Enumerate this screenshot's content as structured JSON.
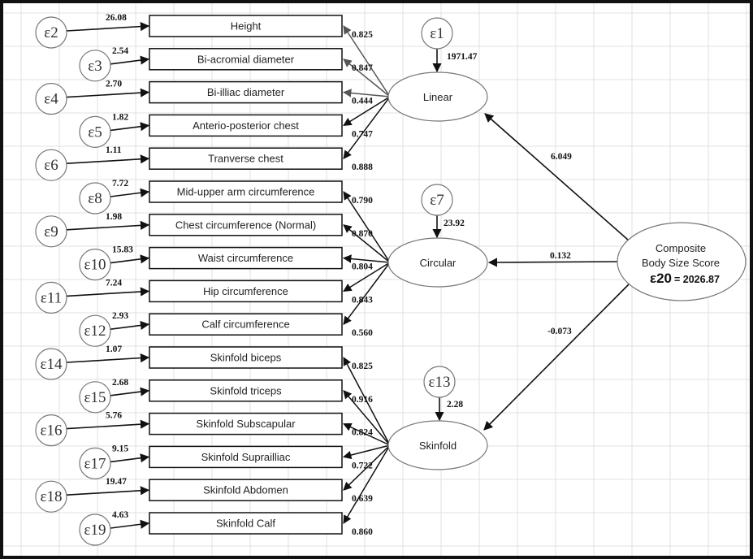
{
  "latents": {
    "linear": "Linear",
    "circular": "Circular",
    "skinfold": "Skinfold"
  },
  "composite": {
    "title": "Composite",
    "subtitle": "Body Size Score",
    "error_label": "ε20",
    "error_value": "= 2026.87"
  },
  "latent_errors": [
    {
      "label": "ε1",
      "value": "1971.47"
    },
    {
      "label": "ε7",
      "value": "23.92"
    },
    {
      "label": "ε13",
      "value": "2.28"
    }
  ],
  "composite_paths": [
    {
      "target": "Linear",
      "value": "6.049"
    },
    {
      "target": "Circular",
      "value": "0.132"
    },
    {
      "target": "Skinfold",
      "value": "-0.073"
    }
  ],
  "indicators": [
    {
      "name": "Height",
      "error": "ε2",
      "variance": "26.08",
      "loading": "0.825",
      "factor": "Linear"
    },
    {
      "name": "Bi-acromial diameter",
      "error": "ε3",
      "variance": "2.54",
      "loading": "0.847",
      "factor": "Linear"
    },
    {
      "name": "Bi-illiac diameter",
      "error": "ε4",
      "variance": "2.70",
      "loading": "0.444",
      "factor": "Linear"
    },
    {
      "name": "Anterio-posterior chest",
      "error": "ε5",
      "variance": "1.82",
      "loading": "0.747",
      "factor": "Linear"
    },
    {
      "name": "Tranverse chest",
      "error": "ε6",
      "variance": "1.11",
      "loading": "0.888",
      "factor": "Linear"
    },
    {
      "name": "Mid-upper arm circumference",
      "error": "ε8",
      "variance": "7.72",
      "loading": "0.790",
      "factor": "Circular"
    },
    {
      "name": "Chest circumference (Normal)",
      "error": "ε9",
      "variance": "1.98",
      "loading": "0.870",
      "factor": "Circular"
    },
    {
      "name": "Waist circumference",
      "error": "ε10",
      "variance": "15.83",
      "loading": "0.804",
      "factor": "Circular"
    },
    {
      "name": "Hip circumference",
      "error": "ε11",
      "variance": "7.24",
      "loading": "0.843",
      "factor": "Circular"
    },
    {
      "name": "Calf circumference",
      "error": "ε12",
      "variance": "2.93",
      "loading": "0.560",
      "factor": "Circular"
    },
    {
      "name": "Skinfold biceps",
      "error": "ε14",
      "variance": "1.07",
      "loading": "0.825",
      "factor": "Skinfold"
    },
    {
      "name": "Skinfold triceps",
      "error": "ε15",
      "variance": "2.68",
      "loading": "0.916",
      "factor": "Skinfold"
    },
    {
      "name": "Skinfold Subscapular",
      "error": "ε16",
      "variance": "5.76",
      "loading": "0.824",
      "factor": "Skinfold"
    },
    {
      "name": "Skinfold Suprailliac",
      "error": "ε17",
      "variance": "9.15",
      "loading": "0.722",
      "factor": "Skinfold"
    },
    {
      "name": "Skinfold Abdomen",
      "error": "ε18",
      "variance": "19.47",
      "loading": "0.639",
      "factor": "Skinfold"
    },
    {
      "name": "Skinfold Calf",
      "error": "ε19",
      "variance": "4.63",
      "loading": "0.860",
      "factor": "Skinfold"
    }
  ]
}
